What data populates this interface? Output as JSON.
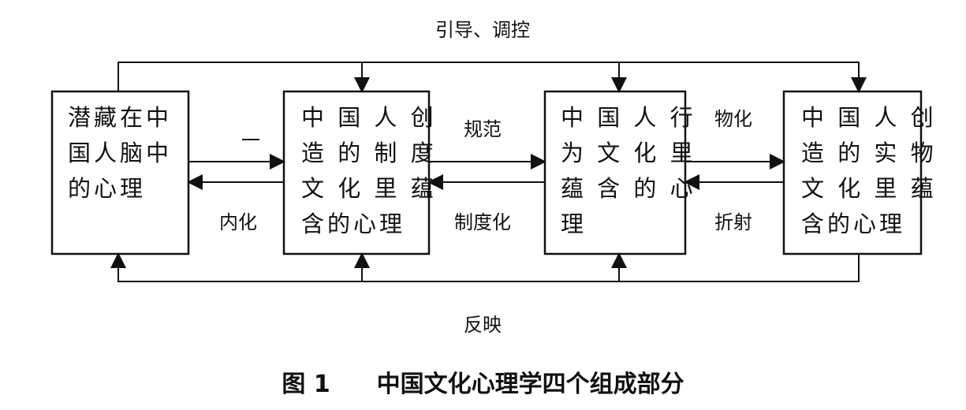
{
  "boxes": [
    {
      "lines": [
        "潜藏在中",
        "国人脑中",
        "的心理"
      ]
    },
    {
      "lines": [
        "中 国 人 创",
        "造 的 制 度",
        "文 化 里 蕴",
        "含的心理"
      ]
    },
    {
      "lines": [
        "中 国 人 行",
        "为 文 化 里",
        "蕴 含 的 心",
        "理"
      ]
    },
    {
      "lines": [
        "中 国 人 创",
        "造 的 实 物",
        "文 化 里 蕴",
        "含的心理"
      ]
    }
  ],
  "labels": {
    "top": "引导、调控",
    "bottom": "反映",
    "dash": "一",
    "internalize": "内化",
    "regulate": "规范",
    "institutionalize": "制度化",
    "materialize": "物化",
    "reflect": "折射"
  },
  "caption": {
    "figure_no": "图 1",
    "title": "中国文化心理学四个组成部分"
  }
}
